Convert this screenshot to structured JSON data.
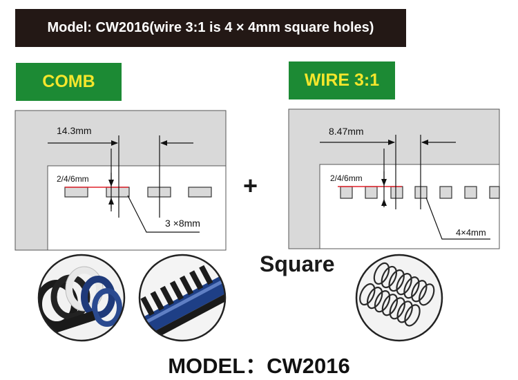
{
  "header": {
    "title": "Model: CW2016(wire 3:1 is 4 × 4mm square holes)"
  },
  "comb": {
    "label": "COMB",
    "pitch": "14.3mm",
    "margin": "2/4/6mm",
    "hole_size": "3 ×8mm"
  },
  "wire": {
    "label": "WIRE 3:1",
    "pitch": "8.47mm",
    "margin": "2/4/6mm",
    "hole_size": "4×4mm"
  },
  "plus_sign": "+",
  "square_label": "Square",
  "footer": {
    "model": "MODEL：CW2016"
  },
  "colors": {
    "banner_bg": "#231815",
    "label_bg": "#1c8a34",
    "label_text": "#f4e62c",
    "panel_gray": "#d9d9d9",
    "margin_line": "#e0202a"
  },
  "photos": [
    {
      "name": "comb-bindings-photo"
    },
    {
      "name": "comb-closeup-photo"
    },
    {
      "name": "wire-bindings-photo"
    }
  ]
}
